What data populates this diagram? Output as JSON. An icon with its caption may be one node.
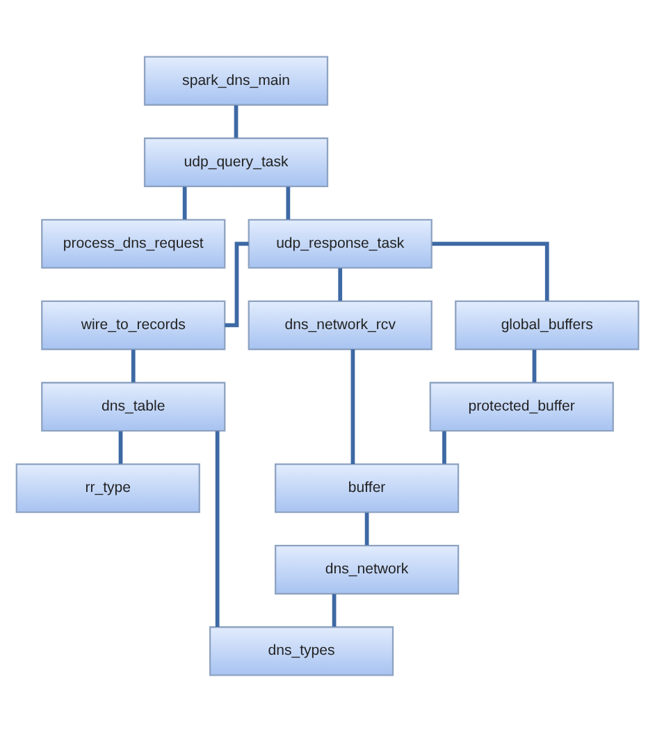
{
  "diagram": {
    "nodes": [
      {
        "text": [
          "spark_dns_main"
        ]
      },
      {
        "text": [
          "udp_query_task"
        ]
      },
      {
        "text": [
          "process_dns_request"
        ]
      },
      {
        "text": [
          "udp_response_task"
        ]
      },
      {
        "text": [
          "wire_to_records"
        ]
      },
      {
        "text": [
          "dns_network_rcv"
        ]
      },
      {
        "text": [
          "global_buffers"
        ]
      },
      {
        "text": [
          "dns_table"
        ]
      },
      {
        "text": [
          "protected_buffer"
        ]
      },
      {
        "text": [
          "rr_type"
        ]
      },
      {
        "text": [
          "buffer"
        ]
      },
      {
        "text": [
          "dns_network"
        ]
      },
      {
        "text": [
          "dns_types"
        ]
      }
    ],
    "edges": [
      {
        "from": 0,
        "to": 1,
        "arrow": "none"
      },
      {
        "from": 1,
        "to": 2,
        "arrow": "none"
      },
      {
        "from": 1,
        "to": 3,
        "arrow": "none"
      },
      {
        "from": 3,
        "to": 4,
        "arrow": "none"
      },
      {
        "from": 3,
        "to": 5,
        "arrow": "none"
      },
      {
        "from": 3,
        "to": 6,
        "arrow": "none"
      },
      {
        "from": 4,
        "to": 7,
        "arrow": "none"
      },
      {
        "from": 6,
        "to": 8,
        "arrow": "none"
      },
      {
        "from": 7,
        "to": 9,
        "arrow": "none"
      },
      {
        "from": 7,
        "to": 12,
        "arrow": "none"
      },
      {
        "from": 5,
        "to": 10,
        "arrow": "none"
      },
      {
        "from": 8,
        "to": 10,
        "arrow": "none"
      },
      {
        "from": 10,
        "to": 11,
        "arrow": "none"
      },
      {
        "from": 11,
        "to": 12,
        "arrow": "none"
      }
    ]
  }
}
